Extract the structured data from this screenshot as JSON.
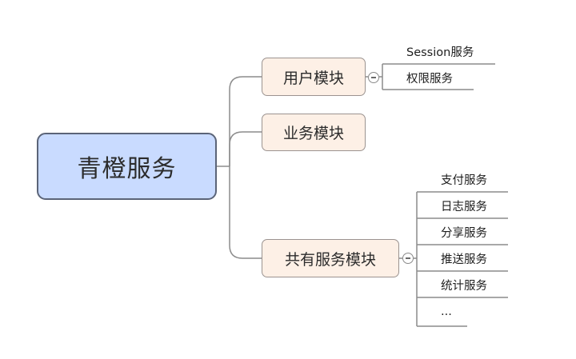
{
  "diagram": {
    "root": {
      "label": "青橙服务"
    },
    "branches": [
      {
        "label": "用户模块",
        "children": [
          "Session服务",
          "权限服务"
        ]
      },
      {
        "label": "业务模块",
        "children": []
      },
      {
        "label": "共有服务模块",
        "children": [
          "支付服务",
          "日志服务",
          "分享服务",
          "推送服务",
          "统计服务",
          "..."
        ]
      }
    ]
  },
  "colors": {
    "root_fill": "#c9dbff",
    "root_border": "#5b6478",
    "branch_fill": "#fdf0e6",
    "branch_border": "#9b9390",
    "connector": "#8c8c8c"
  },
  "icons": {
    "collapse": "minus-circle-icon"
  }
}
